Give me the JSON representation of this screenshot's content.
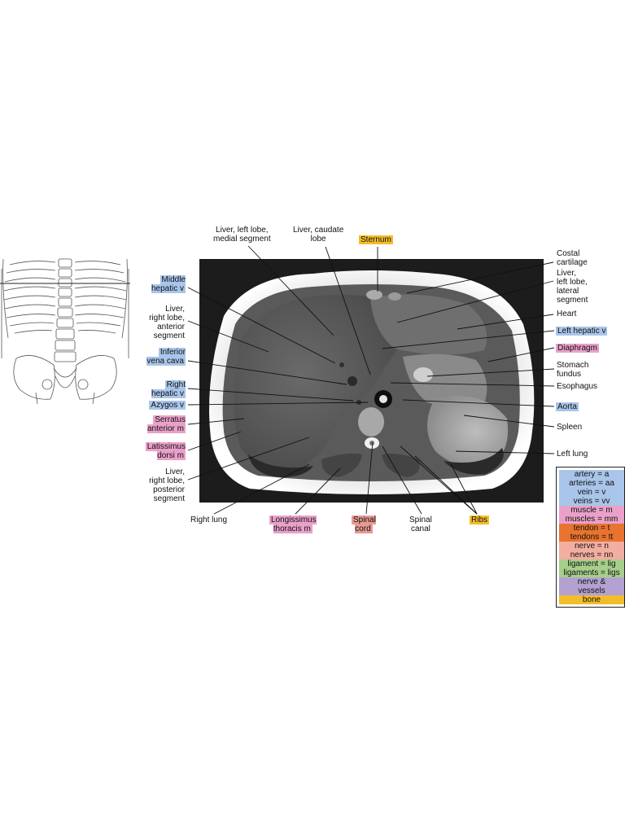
{
  "labels": {
    "liver_left_lobe_medial": "Liver, left lobe,\nmedial segment",
    "liver_caudate": "Liver, caudate\nlobe",
    "sternum": "Sternum",
    "costal_cartilage": "Costal\ncartilage",
    "liver_left_lobe_lateral": "Liver,\nleft lobe,\nlateral\nsegment",
    "heart": "Heart",
    "left_hepatic_v": "Left hepatic v",
    "diaphragm": "Diaphragm",
    "stomach_fundus": "Stomach\nfundus",
    "esophagus": "Esophagus",
    "aorta": "Aorta",
    "spleen": "Spleen",
    "left_lung": "Left lung",
    "middle_hepatic_v": "Middle\nhepatic v",
    "liver_right_lobe_anterior": "Liver,\nright lobe,\nanterior\nsegment",
    "inferior_vena_cava": "Inferior\nvena cava",
    "right_hepatic_v": "Right\nhepatic v",
    "azygos_v": "Azygos v",
    "serratus_anterior": "Serratus\nanterior m",
    "latissimus_dorsi": "Latissimus\ndorsi m",
    "liver_right_lobe_posterior": "Liver,\nright lobe,\nposterior\nsegment",
    "right_lung": "Right lung",
    "longissimus_thoracis": "Longissimus\nthoracis m",
    "spinal_cord": "Spinal\ncord",
    "spinal_canal": "Spinal\ncanal",
    "ribs": "Ribs"
  },
  "legend": [
    {
      "text": "artery = a",
      "cls": "lg-artery"
    },
    {
      "text": "arteries = aa",
      "cls": "lg-artery"
    },
    {
      "text": "vein = v",
      "cls": "lg-artery"
    },
    {
      "text": "veins = vv",
      "cls": "lg-artery"
    },
    {
      "text": "muscle = m",
      "cls": "lg-muscle"
    },
    {
      "text": "muscles = mm",
      "cls": "lg-muscle"
    },
    {
      "text": "tendon = t",
      "cls": "lg-tendon"
    },
    {
      "text": "tendons = tt",
      "cls": "lg-tendon"
    },
    {
      "text": "nerve = n",
      "cls": "lg-nerve"
    },
    {
      "text": "nerves = nn",
      "cls": "lg-nerve"
    },
    {
      "text": "ligament = lig",
      "cls": "lg-ligament"
    },
    {
      "text": "ligaments = ligs",
      "cls": "lg-ligament"
    },
    {
      "text": "nerve &\nvessels",
      "cls": "lg-nervevessel two"
    },
    {
      "text": "bone",
      "cls": "lg-bone"
    }
  ],
  "colors": {
    "vein": "#a9c5ea",
    "muscle": "#eaa1c9",
    "nerve": "#e79a92",
    "bone": "#f3bd2a",
    "tendon": "#e8742f",
    "ligament": "#a7cf8c",
    "nerve_vessels": "#b3a1d2"
  }
}
